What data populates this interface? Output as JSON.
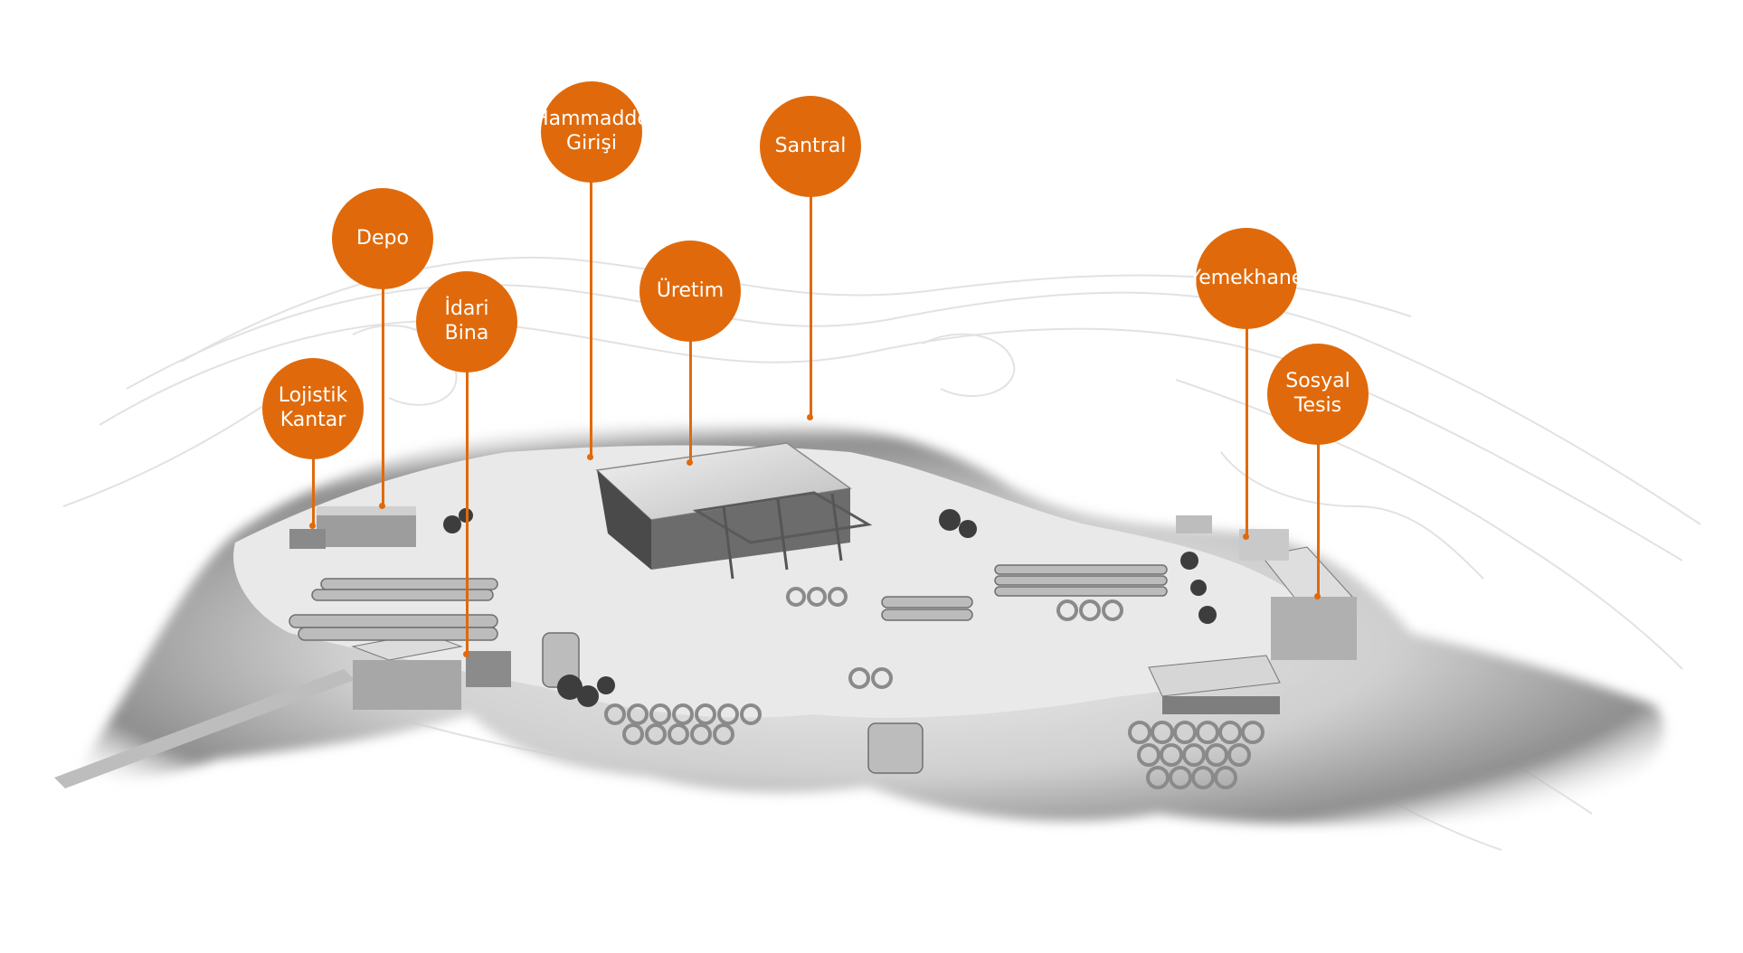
{
  "accent_color": "#e06a0b",
  "background_image": "aerial-grayscale-industrial-site-with-contour-lines",
  "markers": [
    {
      "id": "lojistik-kantar",
      "label": "Lojistik\nKantar"
    },
    {
      "id": "depo",
      "label": "Depo"
    },
    {
      "id": "idari-bina",
      "label": "İdari\nBina"
    },
    {
      "id": "hammadde-girisi",
      "label": "Hammadde\nGirişi"
    },
    {
      "id": "uretim",
      "label": "Üretim"
    },
    {
      "id": "santral",
      "label": "Santral"
    },
    {
      "id": "yemekhane",
      "label": "Yemekhane"
    },
    {
      "id": "sosyal-tesis",
      "label": "Sosyal\nTesis"
    }
  ]
}
